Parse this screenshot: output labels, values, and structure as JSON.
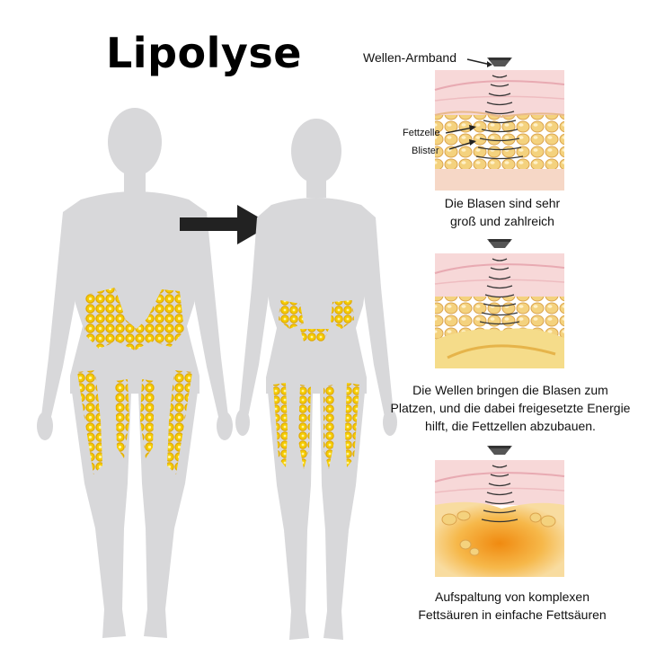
{
  "title": "Lipolyse",
  "labels": {
    "wave_band": "Wellen-Armband",
    "fat_cell": "Fettzelle",
    "blister": "Blister"
  },
  "captions": {
    "step1_line1": "Die Blasen sind sehr",
    "step1_line2": "groß und zahlreich",
    "step2_line1": "Die Wellen bringen die Blasen zum",
    "step2_line2": "Platzen, und die dabei freigesetzte Energie",
    "step2_line3": "hilft, die Fettzellen abzubauen.",
    "step3_line1": "Aufspaltung von komplexen",
    "step3_line2": "Fettsäuren in einfache Fettsäuren"
  },
  "colors": {
    "body": "#d8d8da",
    "fat": "#f2c500",
    "fat_dark": "#e0a800",
    "skin": "#f6d3d3",
    "skin_line": "#e8a8b0",
    "fat_layer": "#f1c988",
    "arrow": "#222222"
  }
}
